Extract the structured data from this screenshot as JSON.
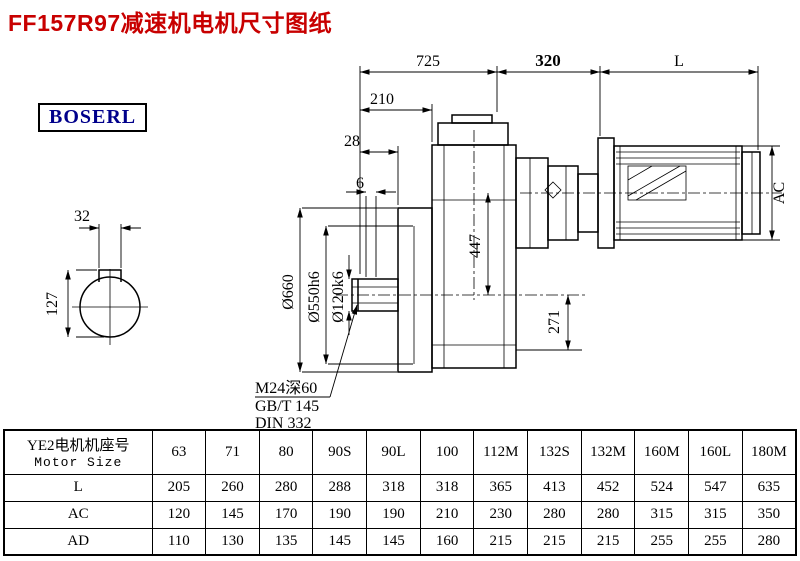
{
  "page": {
    "title": "FF157R97减速机电机尺寸图纸",
    "logo": "BOSERL"
  },
  "drawing": {
    "top_dims": {
      "overall": "725",
      "adapter": "320",
      "motor_len": "L"
    },
    "face_dims": {
      "d210": "210",
      "d28": "28",
      "d6": "6"
    },
    "left_dims": {
      "keyway_width": "32",
      "bore_height": "127"
    },
    "vertical_dims": {
      "d447": "447",
      "d271": "271",
      "motor_diameter": "AC"
    },
    "diameters": {
      "flange_od": "Ø660",
      "spigot": "Ø550h6",
      "bore": "Ø120k6"
    },
    "notes": {
      "tap": "M24深60",
      "std1": "GB/T 145",
      "std2": "DIN 332"
    }
  },
  "table": {
    "header_cn": "YE2电机机座号",
    "header_en": "Motor Size",
    "sizes": [
      "63",
      "71",
      "80",
      "90S",
      "90L",
      "100",
      "112M",
      "132S",
      "132M",
      "160M",
      "160L",
      "180M"
    ],
    "rows": [
      {
        "label": "L",
        "values": [
          "205",
          "260",
          "280",
          "288",
          "318",
          "318",
          "365",
          "413",
          "452",
          "524",
          "547",
          "635"
        ]
      },
      {
        "label": "AC",
        "values": [
          "120",
          "145",
          "170",
          "190",
          "190",
          "210",
          "230",
          "280",
          "280",
          "315",
          "315",
          "350"
        ]
      },
      {
        "label": "AD",
        "values": [
          "110",
          "130",
          "135",
          "145",
          "145",
          "160",
          "215",
          "215",
          "215",
          "255",
          "255",
          "280"
        ]
      }
    ]
  }
}
